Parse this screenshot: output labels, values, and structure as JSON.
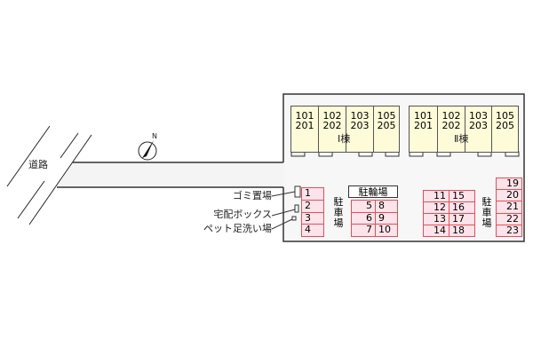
{
  "road_label": "道路",
  "compass_label": "N",
  "buildings": [
    {
      "name": "Ⅰ棟",
      "units": [
        [
          "101",
          "201"
        ],
        [
          "102",
          "202"
        ],
        [
          "103",
          "203"
        ],
        [
          "105",
          "205"
        ]
      ]
    },
    {
      "name": "Ⅱ棟",
      "units": [
        [
          "101",
          "201"
        ],
        [
          "102",
          "202"
        ],
        [
          "103",
          "203"
        ],
        [
          "105",
          "205"
        ]
      ]
    }
  ],
  "facilities": {
    "garbage": "ゴミ置場",
    "delivery_box": "宅配ボックス",
    "pet_wash": "ペット足洗い場",
    "bicycle": "駐輪場",
    "parking": "駐車場"
  },
  "parking": {
    "col_a": [
      "1",
      "2",
      "3",
      "4"
    ],
    "col_b": [
      "5",
      "6",
      "7"
    ],
    "col_c": [
      "8",
      "9",
      "10"
    ],
    "col_d": [
      "11",
      "12",
      "13",
      "14"
    ],
    "col_e": [
      "15",
      "16",
      "17",
      "18"
    ],
    "col_f": [
      "19",
      "20",
      "21",
      "22",
      "23"
    ]
  },
  "colors": {
    "slot_fill": "#fce4ea",
    "slot_border": "#e0505a",
    "unit_fill": "#fdfbd8",
    "road_fill": "#f4f4f4"
  }
}
